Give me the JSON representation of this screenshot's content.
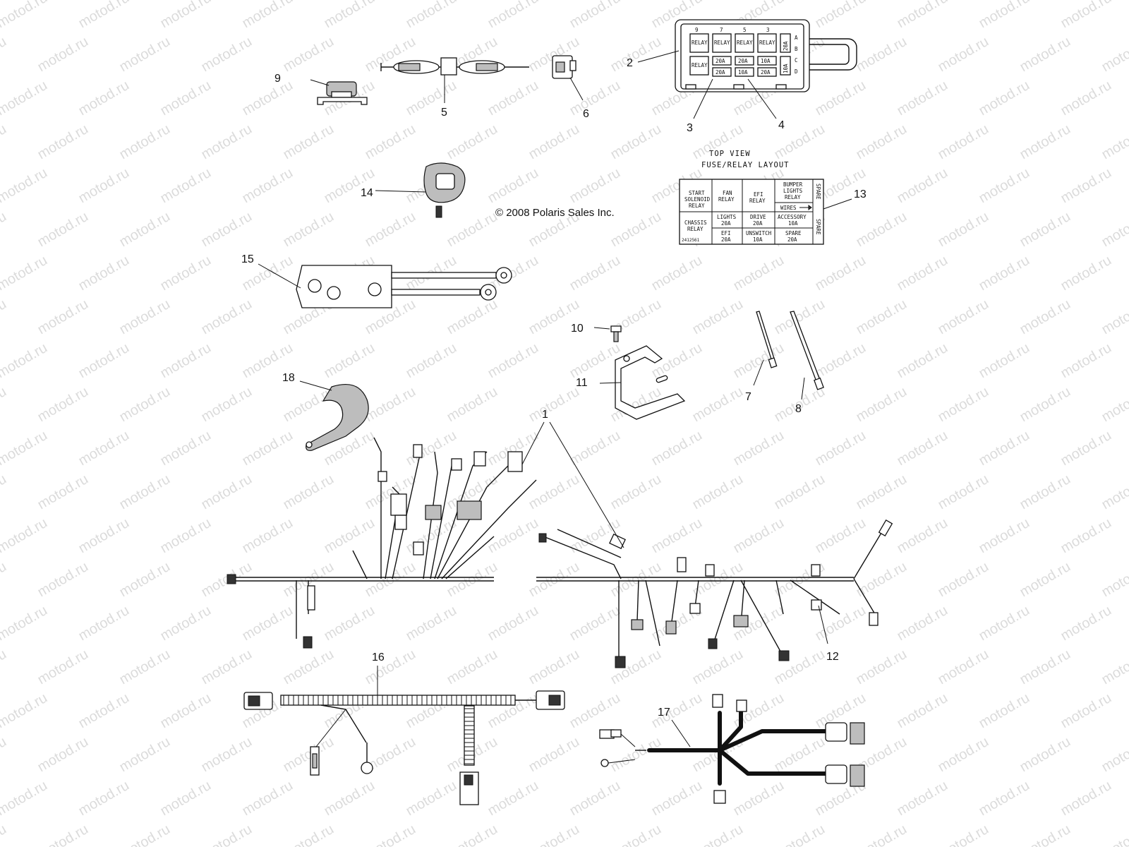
{
  "watermark": "motod.ru",
  "copyright": "© 2008 Polaris Sales Inc.",
  "callouts": {
    "c1": "1",
    "c2": "2",
    "c3": "3",
    "c4": "4",
    "c5": "5",
    "c6": "6",
    "c7": "7",
    "c8": "8",
    "c9": "9",
    "c10": "10",
    "c11": "11",
    "c12": "12",
    "c13": "13",
    "c14": "14",
    "c15": "15",
    "c16": "16",
    "c17": "17",
    "c18": "18"
  },
  "fuse_box": {
    "top_digits": [
      "9",
      "7",
      "5",
      "3"
    ],
    "row_letters": [
      "A",
      "B",
      "C",
      "D"
    ],
    "top_row": [
      "RELAY",
      "RELAY",
      "RELAY",
      "RELAY"
    ],
    "left_relay": "RELAY",
    "fuses_upper": [
      "20A",
      "20A",
      "10A"
    ],
    "fuses_lower": [
      "20A",
      "10A",
      "20A"
    ],
    "side_fuses": [
      "20A",
      "10A"
    ]
  },
  "layout_card": {
    "title_line1": "TOP VIEW",
    "title_line2": "FUSE/RELAY LAYOUT",
    "start_solenoid": [
      "START",
      "SOLENOID",
      "RELAY"
    ],
    "fan_relay": [
      "FAN",
      "RELAY"
    ],
    "efi_relay": [
      "EFI",
      "RELAY"
    ],
    "bumper_lights": [
      "BUMPER",
      "LIGHTS",
      "RELAY"
    ],
    "spare_top": "SPARE",
    "wires": "WIRES",
    "chassis_relay": [
      "CHASSIS",
      "RELAY"
    ],
    "part_code": "2412561",
    "lights": [
      "LIGHTS",
      "20A"
    ],
    "drive": [
      "DRIVE",
      "20A"
    ],
    "accessory": [
      "ACCESSORY",
      "10A"
    ],
    "efi_fuse": [
      "EFI",
      "20A"
    ],
    "unswitch": [
      "UNSWITCH",
      "10A"
    ],
    "spare_fuse": [
      "SPARE",
      "20A"
    ],
    "spare_side": "SPARE"
  }
}
